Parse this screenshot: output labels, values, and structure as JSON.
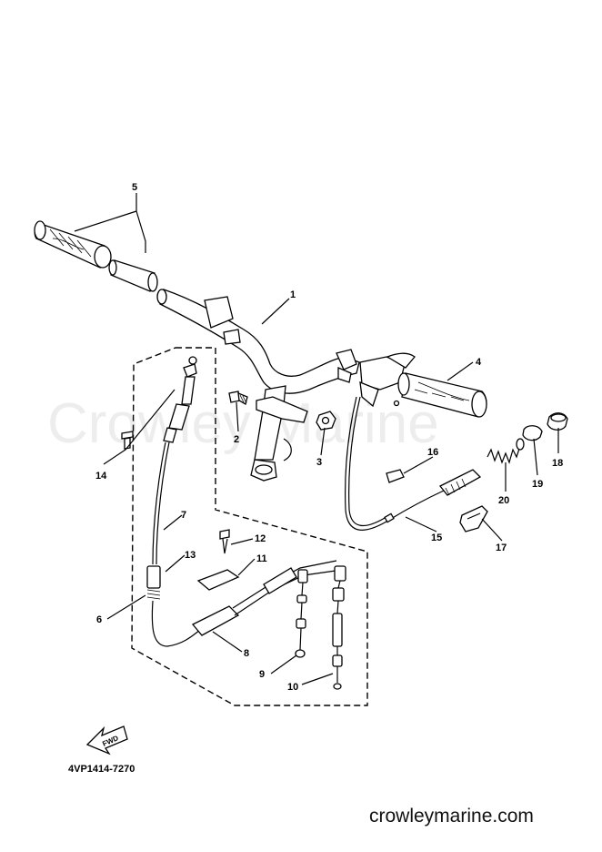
{
  "diagram": {
    "drawing_code": "4VP1414-7270",
    "fwd_label": "FWD",
    "watermark": "Crowley Marine",
    "website": "crowleymarine.com",
    "callouts": [
      "1",
      "2",
      "3",
      "4",
      "5",
      "6",
      "7",
      "8",
      "9",
      "10",
      "11",
      "12",
      "13",
      "14",
      "15",
      "16",
      "17",
      "18",
      "19",
      "20"
    ]
  }
}
